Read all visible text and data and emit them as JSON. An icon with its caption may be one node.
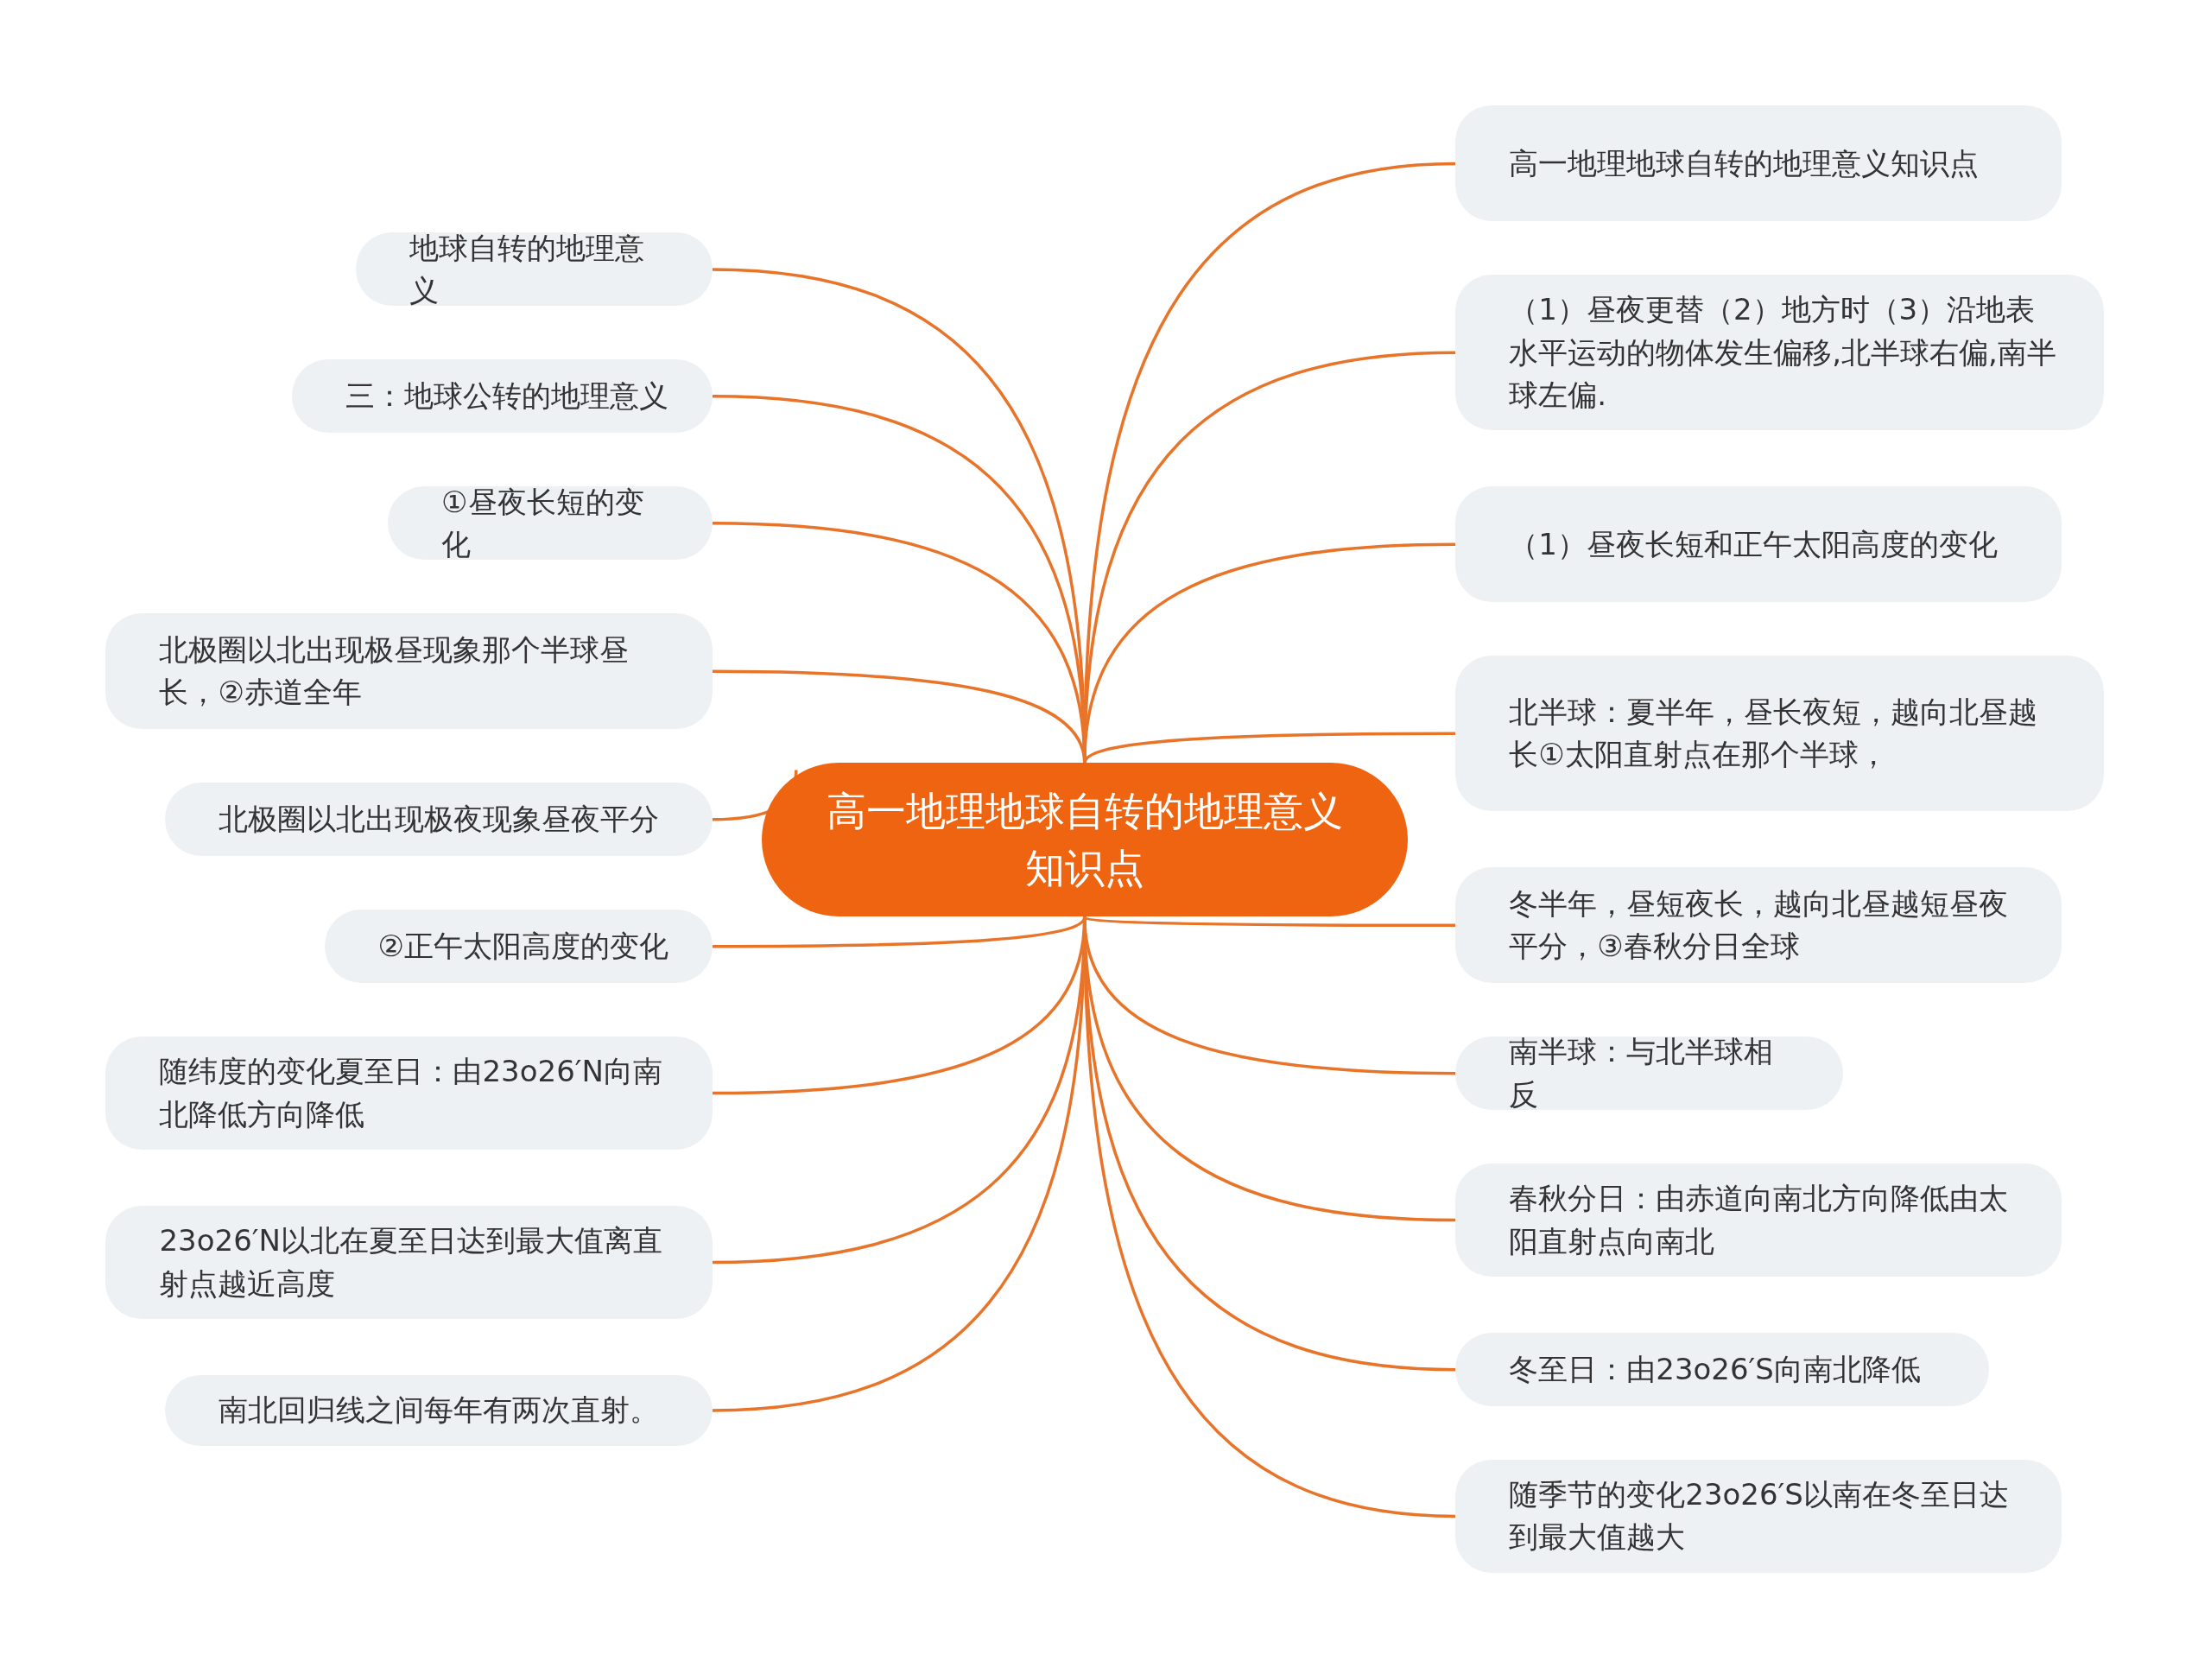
{
  "diagram": {
    "nodes": [
      {
        "text": [
          "高一地理地球自转的地理意义知识点"
        ]
      },
      {
        "text": [
          "地球自转的地理意义"
        ]
      },
      {
        "text": [
          "三：地球公转的地理意义"
        ]
      },
      {
        "text": [
          "①昼夜长短的变化"
        ]
      },
      {
        "text": [
          "北极圈以北出现极昼现象那个半球昼长，②赤道全年"
        ]
      },
      {
        "text": [
          "北极圈以北出现极夜现象昼夜平分"
        ]
      },
      {
        "text": [
          "②正午太阳高度的变化"
        ]
      },
      {
        "text": [
          "随纬度的变化夏至日：由23o26′N向南北降低方向降低"
        ]
      },
      {
        "text": [
          "23o26′N以北在夏至日达到最大值离直射点越近高度"
        ]
      },
      {
        "text": [
          "南北回归线之间每年有两次直射。"
        ]
      },
      {
        "text": [
          "高一地理地球自转的地理意义知识点"
        ]
      },
      {
        "text": [
          "（1）昼夜更替（2）地方时（3）沿地表水平运动的物体发生偏移,北半球右偏,南半球左偏."
        ]
      },
      {
        "text": [
          "（1）昼夜长短和正午太阳高度的变化"
        ]
      },
      {
        "text": [
          "北半球：夏半年，昼长夜短，越向北昼越长①太阳直射点在那个半球，"
        ]
      },
      {
        "text": [
          "冬半年，昼短夜长，越向北昼越短昼夜平分，③春秋分日全球"
        ]
      },
      {
        "text": [
          "南半球：与北半球相反"
        ]
      },
      {
        "text": [
          "春秋分日：由赤道向南北方向降低由太阳直射点向南北"
        ]
      },
      {
        "text": [
          "冬至日：由23o26′S向南北降低"
        ]
      },
      {
        "text": [
          "随季节的变化23o26′S以南在冬至日达到最大值越大"
        ]
      }
    ],
    "edges": [
      {
        "from": 0,
        "to": 1,
        "arrow": "none"
      },
      {
        "from": 0,
        "to": 2,
        "arrow": "none"
      },
      {
        "from": 0,
        "to": 3,
        "arrow": "none"
      },
      {
        "from": 0,
        "to": 4,
        "arrow": "none"
      },
      {
        "from": 0,
        "to": 5,
        "arrow": "none"
      },
      {
        "from": 0,
        "to": 6,
        "arrow": "none"
      },
      {
        "from": 0,
        "to": 7,
        "arrow": "none"
      },
      {
        "from": 0,
        "to": 8,
        "arrow": "none"
      },
      {
        "from": 0,
        "to": 9,
        "arrow": "none"
      },
      {
        "from": 0,
        "to": 10,
        "arrow": "none"
      },
      {
        "from": 0,
        "to": 11,
        "arrow": "none"
      },
      {
        "from": 0,
        "to": 12,
        "arrow": "none"
      },
      {
        "from": 0,
        "to": 13,
        "arrow": "none"
      },
      {
        "from": 0,
        "to": 14,
        "arrow": "none"
      },
      {
        "from": 0,
        "to": 15,
        "arrow": "none"
      },
      {
        "from": 0,
        "to": 16,
        "arrow": "none"
      },
      {
        "from": 0,
        "to": 17,
        "arrow": "none"
      },
      {
        "from": 0,
        "to": 18,
        "arrow": "none"
      }
    ]
  }
}
